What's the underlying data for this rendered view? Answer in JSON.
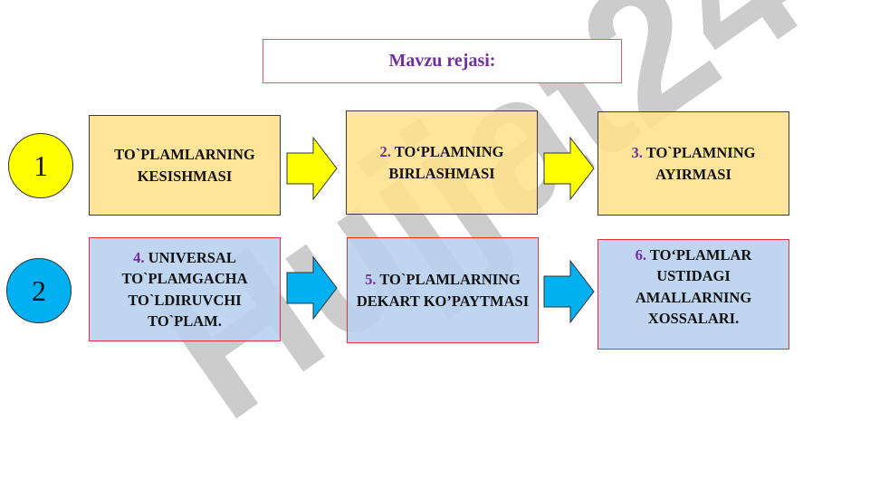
{
  "title": "Mavzu rejasi:",
  "watermark": "Hujjat24",
  "rows": [
    {
      "number": "1",
      "circle_color": "#ffff00",
      "box_color": "#ffe08c",
      "arrow_color": "#ffff00",
      "items": [
        {
          "num": "",
          "text": "TO`PLAMLARNING KESISHMASI"
        },
        {
          "num": "2.",
          "text": "TO‘PLAMNING BIRLASHMASI"
        },
        {
          "num": "3.",
          "text": "TO`PLAMNING AYIRMASI"
        }
      ]
    },
    {
      "number": "2",
      "circle_color": "#00b0f0",
      "box_color": "#b9d2ee",
      "arrow_color": "#00b0f0",
      "items": [
        {
          "num": "4.",
          "text": "UNIVERSAL TO`PLAMGACHA TO`LDIRUVCHI TO`PLAM."
        },
        {
          "num": "5.",
          "text": "TO`PLAMLARNING DEKART KO’PAYTMASI"
        },
        {
          "num": "6.",
          "text": "TO‘PLAMLAR USTIDAGI AMALLARNING XOSSALARI."
        }
      ]
    }
  ]
}
